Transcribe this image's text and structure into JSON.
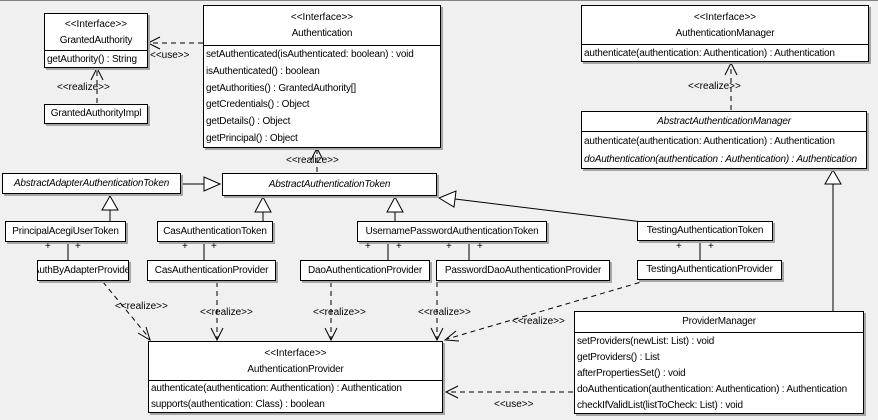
{
  "diagram": {
    "background_color": "#f0f0f0",
    "box_fill_color": "#ffffff",
    "box_border_color": "#000000",
    "shadow_color": "#a6a6a6"
  },
  "classes": [
    {
      "id": "granted_authority",
      "stereotype": "<<Interface>>",
      "name": "GrantedAuthority",
      "abstract": false,
      "methods": [
        {
          "t": "getAuthority() : String",
          "i": false
        }
      ]
    },
    {
      "id": "granted_authority_impl",
      "name": "GrantedAuthorityImpl",
      "abstract": false,
      "methods": []
    },
    {
      "id": "authentication",
      "stereotype": "<<Interface>>",
      "name": "Authentication",
      "abstract": false,
      "methods": [
        {
          "t": "setAuthenticated(isAuthenticated: boolean) : void",
          "i": false
        },
        {
          "t": "isAuthenticated() : boolean",
          "i": false
        },
        {
          "t": "getAuthorities() : GrantedAuthority[]",
          "i": false
        },
        {
          "t": "getCredentials() : Object",
          "i": false
        },
        {
          "t": "getDetails() : Object",
          "i": false
        },
        {
          "t": "getPrincipal() : Object",
          "i": false
        }
      ]
    },
    {
      "id": "authentication_manager",
      "stereotype": "<<Interface>>",
      "name": "AuthenticationManager",
      "abstract": false,
      "methods": [
        {
          "t": "authenticate(authentication: Authentication) : Authentication",
          "i": false
        }
      ]
    },
    {
      "id": "abstract_authentication_manager",
      "name": "AbstractAuthenticationManager",
      "abstract": true,
      "methods": [
        {
          "t": "authenticate(authentication: Authentication) : Authentication",
          "i": false
        },
        {
          "t": "doAuthentication(authentication : Authentication) : Authentication",
          "i": true
        }
      ]
    },
    {
      "id": "abstract_adapter_authentication_token",
      "name": "AbstractAdapterAuthenticationToken",
      "abstract": true,
      "methods": []
    },
    {
      "id": "abstract_authentication_token",
      "name": "AbstractAuthenticationToken",
      "abstract": true,
      "methods": []
    },
    {
      "id": "principal_acegi_user_token",
      "name": "PrincipalAcegiUserToken",
      "abstract": false,
      "methods": []
    },
    {
      "id": "cas_authentication_token",
      "name": "CasAuthenticationToken",
      "abstract": false,
      "methods": []
    },
    {
      "id": "username_password_authentication_token",
      "name": "UsernamePasswordAuthenticationToken",
      "abstract": false,
      "methods": []
    },
    {
      "id": "testing_authentication_token",
      "name": "TestingAuthenticationToken",
      "abstract": false,
      "methods": []
    },
    {
      "id": "auth_by_adapter_provider",
      "name": "AuthByAdapterProvider",
      "abstract": false,
      "methods": []
    },
    {
      "id": "cas_authentication_provider",
      "name": "CasAuthenticationProvider",
      "abstract": false,
      "methods": []
    },
    {
      "id": "dao_authentication_provider",
      "name": "DaoAuthenticationProvider",
      "abstract": false,
      "methods": []
    },
    {
      "id": "password_dao_authentication_provider",
      "name": "PasswordDaoAuthenticationProvider",
      "abstract": false,
      "methods": []
    },
    {
      "id": "testing_authentication_provider",
      "name": "TestingAuthenticationProvider",
      "abstract": false,
      "methods": []
    },
    {
      "id": "authentication_provider",
      "stereotype": "<<Interface>>",
      "name": "AuthenticationProvider",
      "abstract": false,
      "methods": [
        {
          "t": "authenticate(authentication: Authentication) : Authentication",
          "i": false
        },
        {
          "t": "supports(authentication: Class) : boolean",
          "i": false
        }
      ]
    },
    {
      "id": "provider_manager",
      "name": "ProviderManager",
      "abstract": false,
      "methods": [
        {
          "t": "setProviders(newList: List) : void",
          "i": false
        },
        {
          "t": "getProviders() : List",
          "i": false
        },
        {
          "t": "afterPropertiesSet() : void",
          "i": false
        },
        {
          "t": "doAuthentication(authentication: Authentication) : Authentication",
          "i": false
        },
        {
          "t": "checkIfValidList(listToCheck: List) : void",
          "i": false
        }
      ]
    }
  ],
  "labels": [
    {
      "id": "use_top",
      "text": "<<use>>"
    },
    {
      "id": "realize_granted_authority",
      "text": "<<realize>>"
    },
    {
      "id": "realize_authentication_token",
      "text": "<<realize>>"
    },
    {
      "id": "realize_authentication_manager",
      "text": "<<realize>>"
    },
    {
      "id": "realize_auth_by_adapter",
      "text": "<<realize>>"
    },
    {
      "id": "realize_cas_provider",
      "text": "<<realize>>"
    },
    {
      "id": "realize_dao_provider",
      "text": "<<realize>>"
    },
    {
      "id": "realize_password_dao_provider",
      "text": "<<realize>>"
    },
    {
      "id": "realize_testing_provider",
      "text": "<<realize>>"
    },
    {
      "id": "use_bottom",
      "text": "<<use>>"
    }
  ],
  "assoc_plus": "+"
}
